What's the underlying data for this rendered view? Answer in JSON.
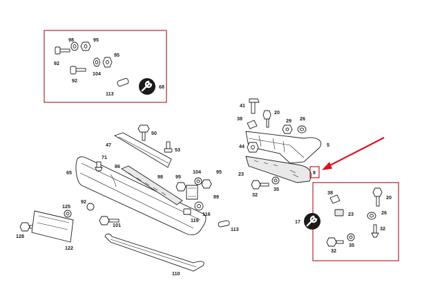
{
  "colors": {
    "frame": "#b0242c",
    "arrow": "#e0101c",
    "highlight": "#e0101c",
    "ink": "#1a1a1a"
  },
  "icons": {
    "wrench_top": "wrench-icon",
    "wrench_right": "wrench-icon"
  },
  "labels": {
    "p98": "98",
    "p95a": "95",
    "p92a": "92",
    "p95b": "95",
    "p104a": "104",
    "p92b": "92",
    "p113a": "113",
    "p68": "68",
    "p41": "41",
    "p20a": "20",
    "p38a": "38",
    "p29": "29",
    "p26": "26",
    "p44": "44",
    "p5": "5",
    "p23a": "23",
    "p32a": "32",
    "p35a": "35",
    "p8": "8",
    "p50": "50",
    "p47": "47",
    "p53": "53",
    "p71": "71",
    "p86": "86",
    "p65": "65",
    "p98b": "98",
    "p95c": "95",
    "p104b": "104",
    "p95d": "95",
    "p89": "89",
    "p92c": "92",
    "p125": "125",
    "p116": "116",
    "p101": "101",
    "p119": "119",
    "p113b": "113",
    "p128": "128",
    "p122": "122",
    "p110": "110",
    "p38b": "38",
    "p20b": "20",
    "p23b": "23",
    "p17": "17",
    "p26b": "26",
    "p32b": "32",
    "p32c": "32",
    "p35b": "35"
  }
}
